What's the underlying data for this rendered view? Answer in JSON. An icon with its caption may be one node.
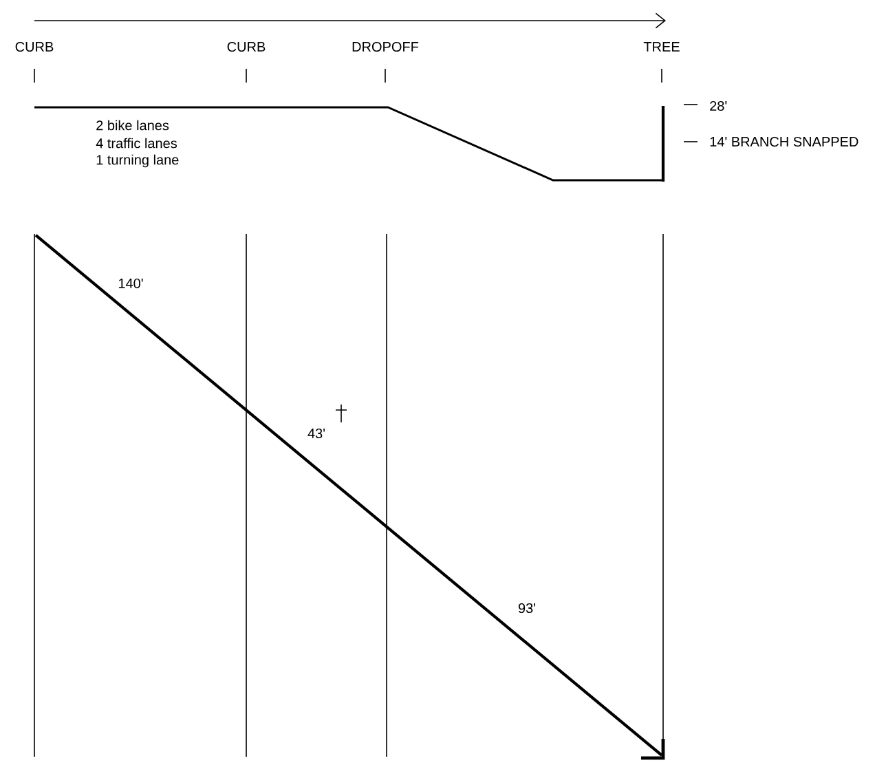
{
  "diagram": {
    "labels": [
      "CURB",
      "CURB",
      "DROPOFF",
      "TREE",
      "28'",
      "2 bike lanes",
      "4 traffic lanes",
      "1 turning lane",
      "14' BRANCH SNAPPED",
      "140'",
      "43'",
      "93'"
    ]
  }
}
